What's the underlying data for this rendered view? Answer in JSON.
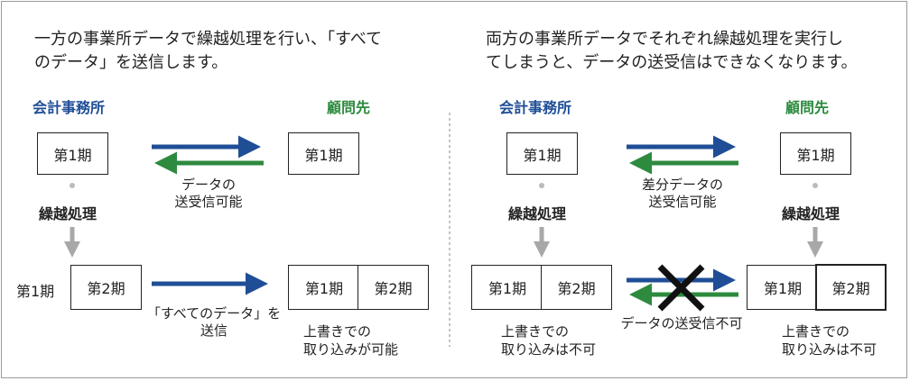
{
  "left": {
    "heading_line1": "一方の事業所データで繰越処理を行い、「すべて",
    "heading_line2": "のデータ」を送信します。",
    "accounting_label": "会計事務所",
    "client_label": "顧問先",
    "period1": "第1期",
    "period2": "第2期",
    "process_label": "繰越処理",
    "arrow1_line1": "データの",
    "arrow1_line2": "送受信可能",
    "arrow2_line1": "「すべてのデータ」を",
    "arrow2_line2": "送信",
    "side_period1": "第1期",
    "result_line1": "上書きでの",
    "result_line2": "取り込みが可能"
  },
  "right": {
    "heading_line1": "両方の事業所データでそれぞれ繰越処理を実行し",
    "heading_line2": "てしまうと、データの送受信はできなくなります。",
    "accounting_label": "会計事務所",
    "client_label": "顧問先",
    "period1": "第1期",
    "period2": "第2期",
    "process_label": "繰越処理",
    "arrow1_line1": "差分データの",
    "arrow1_line2": "送受信可能",
    "cross_label": "データの送受信不可",
    "left_result_line1": "上書きでの",
    "left_result_line2": "取り込みは不可",
    "right_result_line1": "上書きでの",
    "right_result_line2": "取り込みは不可"
  },
  "colors": {
    "blue_arrow": "#1f4e96",
    "green_arrow": "#2d8a3e",
    "gray_arrow": "#a8a8a8",
    "cross": "#111111"
  }
}
